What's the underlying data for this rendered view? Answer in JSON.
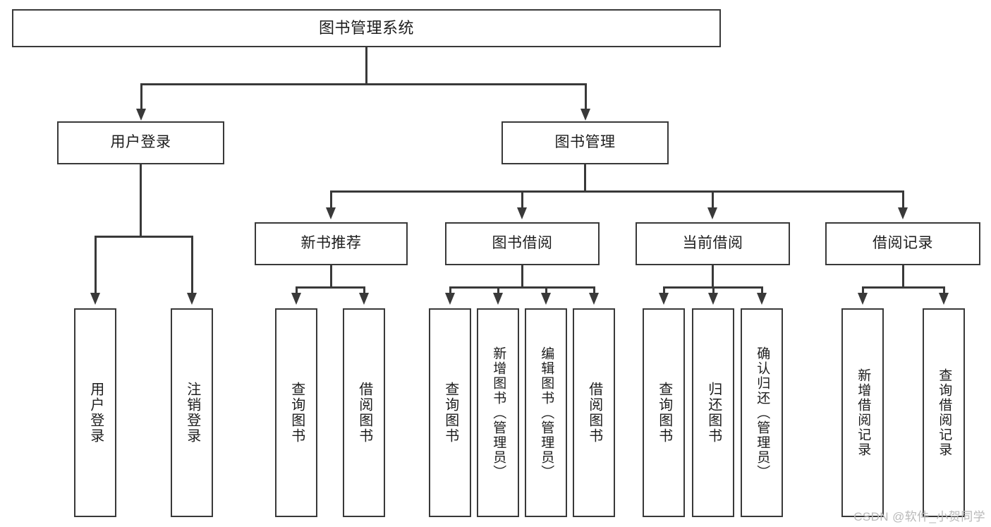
{
  "diagram": {
    "title": "图书管理系统",
    "type": "tree",
    "watermark": "CSDN @软件_小贺同学",
    "colors": {
      "stroke": "#393939",
      "fill": "#ffffff",
      "text": "#1d1d1d",
      "watermark": "#b9b9b9"
    },
    "root": {
      "label": "图书管理系统"
    },
    "level2": [
      {
        "label": "用户登录"
      },
      {
        "label": "图书管理"
      }
    ],
    "level3": [
      {
        "label": "新书推荐"
      },
      {
        "label": "图书借阅"
      },
      {
        "label": "当前借阅"
      },
      {
        "label": "借阅记录"
      }
    ],
    "leaves": [
      {
        "label": "用户登录",
        "parent": "用户登录"
      },
      {
        "label": "注销登录",
        "parent": "用户登录"
      },
      {
        "label": "查询图书",
        "parent": "新书推荐"
      },
      {
        "label": "借阅图书",
        "parent": "新书推荐"
      },
      {
        "label": "查询图书",
        "parent": "图书借阅"
      },
      {
        "label": "新增图书（管理员）",
        "parent": "图书借阅"
      },
      {
        "label": "编辑图书（管理员）",
        "parent": "图书借阅"
      },
      {
        "label": "借阅图书",
        "parent": "图书借阅"
      },
      {
        "label": "查询图书",
        "parent": "当前借阅"
      },
      {
        "label": "归还图书",
        "parent": "当前借阅"
      },
      {
        "label": "确认归还（管理员）",
        "parent": "当前借阅"
      },
      {
        "label": "新增借阅记录",
        "parent": "借阅记录"
      },
      {
        "label": "查询借阅记录",
        "parent": "借阅记录"
      }
    ]
  },
  "chart_data": {
    "type": "table",
    "title": "图书管理系统 功能结构图",
    "nodes": [
      "图书管理系统",
      "用户登录",
      "图书管理",
      "新书推荐",
      "图书借阅",
      "当前借阅",
      "借阅记录",
      "用户登录",
      "注销登录",
      "查询图书",
      "借阅图书",
      "查询图书",
      "新增图书（管理员）",
      "编辑图书（管理员）",
      "借阅图书",
      "查询图书",
      "归还图书",
      "确认归还（管理员）",
      "新增借阅记录",
      "查询借阅记录"
    ],
    "edges": [
      [
        "图书管理系统",
        "用户登录"
      ],
      [
        "图书管理系统",
        "图书管理"
      ],
      [
        "用户登录",
        "用户登录"
      ],
      [
        "用户登录",
        "注销登录"
      ],
      [
        "图书管理",
        "新书推荐"
      ],
      [
        "图书管理",
        "图书借阅"
      ],
      [
        "图书管理",
        "当前借阅"
      ],
      [
        "图书管理",
        "借阅记录"
      ],
      [
        "新书推荐",
        "查询图书"
      ],
      [
        "新书推荐",
        "借阅图书"
      ],
      [
        "图书借阅",
        "查询图书"
      ],
      [
        "图书借阅",
        "新增图书（管理员）"
      ],
      [
        "图书借阅",
        "编辑图书（管理员）"
      ],
      [
        "图书借阅",
        "借阅图书"
      ],
      [
        "当前借阅",
        "查询图书"
      ],
      [
        "当前借阅",
        "归还图书"
      ],
      [
        "当前借阅",
        "确认归还（管理员）"
      ],
      [
        "借阅记录",
        "新增借阅记录"
      ],
      [
        "借阅记录",
        "查询借阅记录"
      ]
    ]
  }
}
